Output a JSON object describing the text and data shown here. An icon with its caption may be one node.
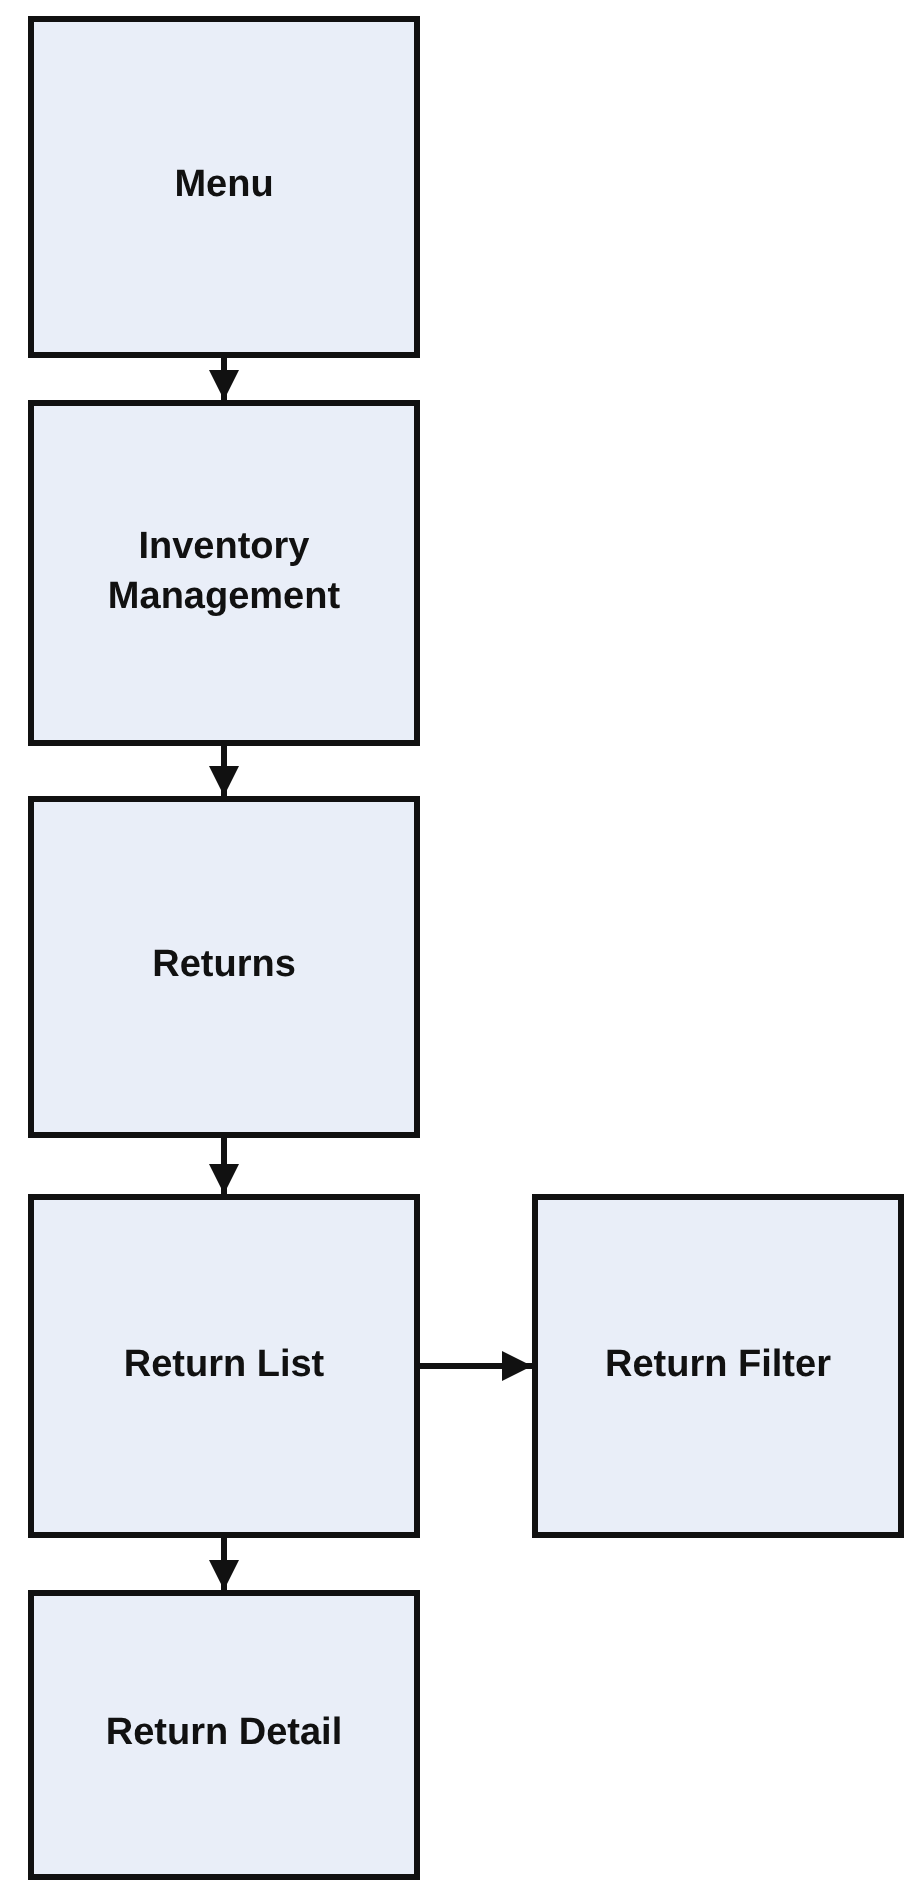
{
  "diagram": {
    "nodes": [
      {
        "text": [
          "Menu"
        ]
      },
      {
        "text": [
          "Inventory Management"
        ]
      },
      {
        "text": [
          "Returns"
        ]
      },
      {
        "text": [
          "Return List"
        ]
      },
      {
        "text": [
          "Return Filter"
        ]
      },
      {
        "text": [
          "Return Detail"
        ]
      }
    ],
    "edges": [
      {
        "from": 0,
        "to": 1,
        "arrow": "to"
      },
      {
        "from": 1,
        "to": 2,
        "arrow": "to"
      },
      {
        "from": 2,
        "to": 3,
        "arrow": "to"
      },
      {
        "from": 3,
        "to": 4,
        "arrow": "to"
      },
      {
        "from": 3,
        "to": 5,
        "arrow": "to"
      }
    ]
  }
}
